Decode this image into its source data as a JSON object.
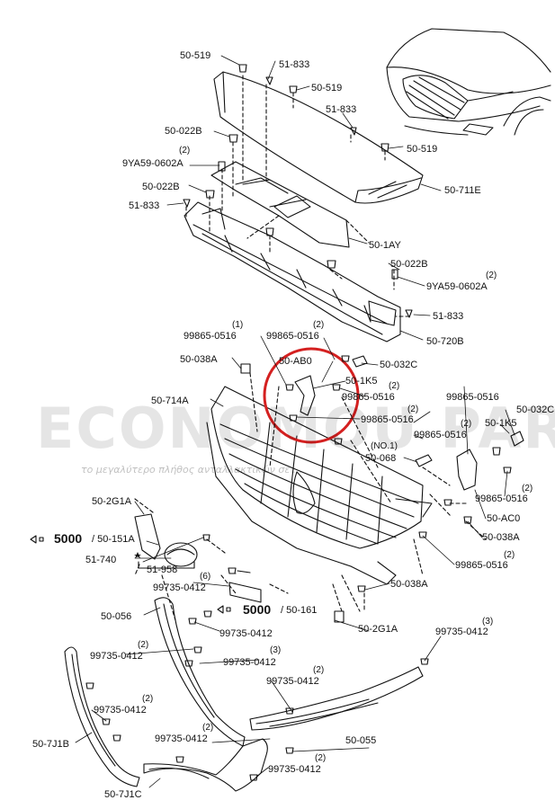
{
  "watermark": {
    "brand": "ECONOMOU PARTS",
    "tagline": "το μεγαλύτερο πλήθος ανταλλακτικών σε ..."
  },
  "colors": {
    "highlight_circle": "#d42020",
    "line": "#111111"
  },
  "labels": {
    "p50_519_a": "50-519",
    "p51_833_a": "51-833",
    "p50_519_b": "50-519",
    "p51_833_b": "51-833",
    "p50_519_c": "50-519",
    "p50_022b_a": "50-022B",
    "p9ya59_a_qty": "(2)",
    "p9ya59_a": "9YA59-0602A",
    "p50_022b_b": "50-022B",
    "p51_833_c": "51-833",
    "p50_711e": "50-711E",
    "p50_1ay": "50-1AY",
    "p50_022b_c": "50-022B",
    "p9ya59_b_qty": "(2)",
    "p9ya59_b": "9YA59-0602A",
    "p51_833_d": "51-833",
    "p50_720b": "50-720B",
    "p99865_a_qty": "(1)",
    "p99865_a": "99865-0516",
    "p99865_b_qty": "(2)",
    "p99865_b": "99865-0516",
    "p50_038a_a": "50-038A",
    "p50_ab0": "50-AB0",
    "p50_032c_a": "50-032C",
    "p50_1k5_a": "50-1K5",
    "p99865_c_qty": "(2)",
    "p99865_c": "99865-0516",
    "p50_714a": "50-714A",
    "p99865_d_qty": "(2)",
    "p99865_d": "99865-0516",
    "p99865_e": "99865-0516",
    "p50_032c_b": "50-032C",
    "p50_1k5_b": "50-1K5",
    "p99865_f_qty": "(2)",
    "p99865_f": "99865-0516",
    "no1": "(NO.1)",
    "p50_068": "50-068",
    "p99865_g_qty": "(2)",
    "p99865_g": "99865-0516",
    "p50_2g1a_a": "50-2G1A",
    "p50_ac0": "50-AC0",
    "ref_5000_a": "5000",
    "p50_151a": "/ 50-151A",
    "p50_038a_b": "50-038A",
    "p51_740": "51-740",
    "p51_958": "51-958",
    "p99865_h_qty": "(2)",
    "p99865_h": "99865-0516",
    "p99735_a_qty": "(6)",
    "p99735_a": "99735-0412",
    "p50_038a_c": "50-038A",
    "ref_5000_b": "5000",
    "p50_161": "/ 50-161",
    "p50_056": "50-056",
    "p99735_b": "99735-0412",
    "p50_2g1a_b": "50-2G1A",
    "p99735_c_qty": "(3)",
    "p99735_c": "99735-0412",
    "p99735_d_qty": "(2)",
    "p99735_d": "99735-0412",
    "p99735_e_qty": "(3)",
    "p99735_e": "99735-0412",
    "p99735_f_qty": "(2)",
    "p99735_f": "99735-0412",
    "p99735_g_qty": "(2)",
    "p99735_g": "99735-0412",
    "p50_7j1b": "50-7J1B",
    "p99735_h_qty": "(2)",
    "p99735_h": "99735-0412",
    "p50_055": "50-055",
    "p99735_i_qty": "(2)",
    "p99735_i": "99735-0412",
    "p50_7j1c": "50-7J1C"
  }
}
